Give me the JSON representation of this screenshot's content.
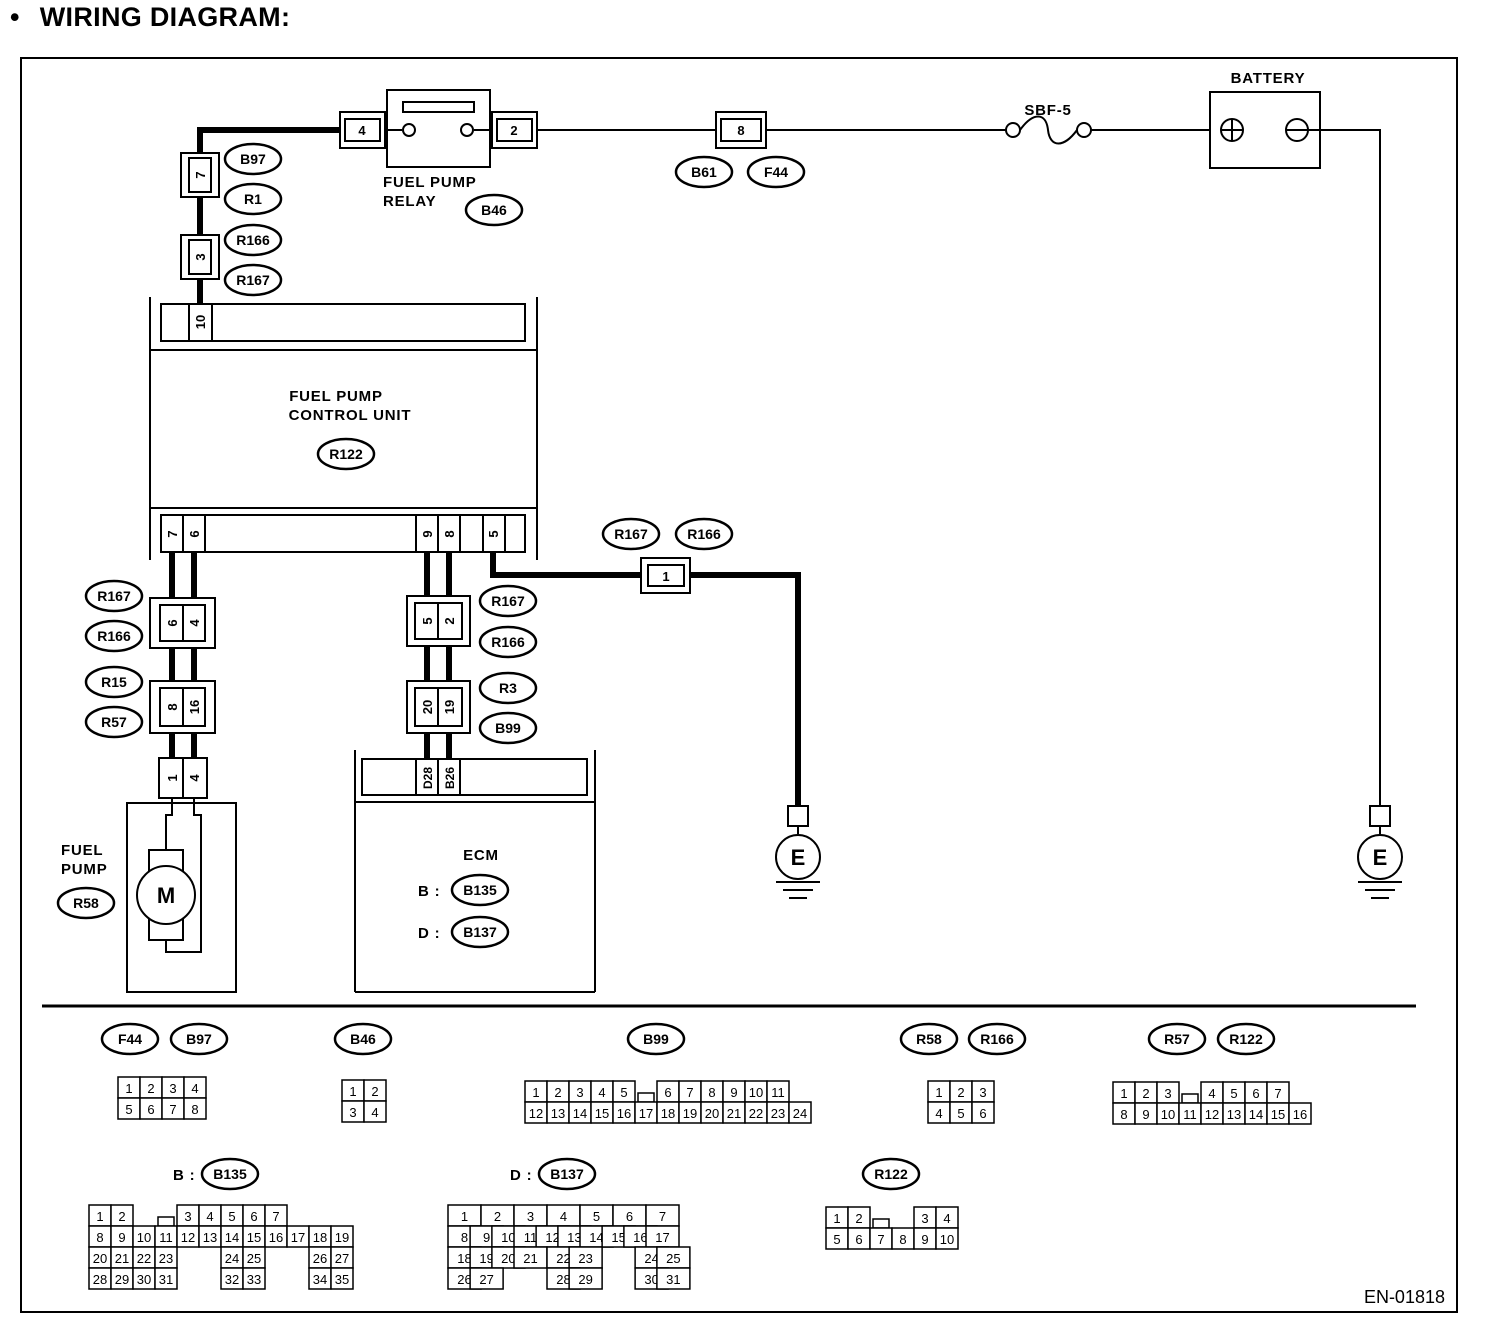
{
  "heading": "WIRING DIAGRAM:",
  "bullet": "•",
  "figure_id": "EN-01818",
  "labels": {
    "relay_line1": "FUEL PUMP",
    "relay_line2": "RELAY",
    "sbf": "SBF-5",
    "battery": "BATTERY",
    "battery_plus": "⊕",
    "battery_minus": "⊖",
    "fpcu_line1": "FUEL PUMP",
    "fpcu_line2": "CONTROL UNIT",
    "fuel_pump_line1": "FUEL",
    "fuel_pump_line2": "PUMP",
    "ecm": "ECM",
    "ecm_b": "B :",
    "ecm_d": "D :",
    "motor": "M",
    "ground": "E"
  },
  "connectors": {
    "relay_left_pin": "4",
    "relay_right_pin": "2",
    "b61_pin": "8",
    "pin7": "7",
    "pin3": "3",
    "fpcu_top_pin": "10",
    "fpcu_pins": [
      "7",
      "6",
      "9",
      "8",
      "5"
    ],
    "pin1": "1",
    "left_stack_a": [
      "6",
      "4"
    ],
    "left_stack_b": [
      "8",
      "16"
    ],
    "pump_pins": [
      "1",
      "4"
    ],
    "mid_stack_a": [
      "5",
      "2"
    ],
    "mid_stack_b": [
      "20",
      "19"
    ],
    "ecm_pins": [
      "D28",
      "B26"
    ]
  },
  "ovals": {
    "b97": "B97",
    "r1": "R1",
    "r166": "R166",
    "r167": "R167",
    "b46": "B46",
    "b61": "B61",
    "f44": "F44",
    "r122": "R122",
    "r15": "R15",
    "r57": "R57",
    "r3": "R3",
    "b99": "B99",
    "r58": "R58",
    "b135": "B135",
    "b137": "B137"
  },
  "legend": {
    "f44": "F44",
    "b97": "B97",
    "b46": "B46",
    "b99": "B99",
    "r58": "R58",
    "r166": "R166",
    "r57": "R57",
    "r122": "R122",
    "b135": "B135",
    "b137": "B137",
    "r122b": "R122",
    "b_prefix": "B :",
    "d_prefix": "D :",
    "grid_f44": [
      [
        "1",
        "2",
        "3",
        "4"
      ],
      [
        "5",
        "6",
        "7",
        "8"
      ]
    ],
    "grid_b46": [
      [
        "1",
        "2"
      ],
      [
        "3",
        "4"
      ]
    ],
    "grid_b99": [
      [
        "1",
        "2",
        "3",
        "4",
        "5",
        "",
        "6",
        "7",
        "8",
        "9",
        "10",
        "11"
      ],
      [
        "12",
        "13",
        "14",
        "15",
        "16",
        "17",
        "18",
        "19",
        "20",
        "21",
        "22",
        "23",
        "24"
      ]
    ],
    "grid_r58": [
      [
        "1",
        "2",
        "3"
      ],
      [
        "4",
        "5",
        "6"
      ]
    ],
    "grid_r57": [
      [
        "1",
        "2",
        "3",
        "",
        "4",
        "5",
        "6",
        "7"
      ],
      [
        "8",
        "9",
        "10",
        "11",
        "12",
        "13",
        "14",
        "15",
        "16"
      ]
    ],
    "grid_b135": [
      [
        "1",
        "2",
        "",
        "3",
        "4",
        "5",
        "6",
        "7"
      ],
      [
        "8",
        "9",
        "10",
        "11",
        "12",
        "13",
        "14",
        "15",
        "16",
        "17",
        "18",
        "19"
      ],
      [
        "20",
        "21",
        "22",
        "23",
        "",
        "24",
        "25",
        "",
        "26",
        "27"
      ],
      [
        "28",
        "29",
        "30",
        "31",
        "",
        "32",
        "33",
        "",
        "34",
        "35"
      ]
    ],
    "grid_b137": [
      [
        "1",
        "2",
        "3",
        "4",
        "5",
        "6",
        "7"
      ],
      [
        "8",
        "9",
        "10",
        "11",
        "12",
        "13",
        "14",
        "15",
        "16",
        "17"
      ],
      [
        "18",
        "19",
        "20",
        "21",
        "22",
        "23",
        "24",
        "25"
      ],
      [
        "26",
        "27",
        "28",
        "29",
        "30",
        "31"
      ]
    ],
    "grid_r122": [
      [
        "1",
        "2",
        "",
        "3",
        "4"
      ],
      [
        "5",
        "6",
        "7",
        "8",
        "9",
        "10"
      ]
    ]
  }
}
